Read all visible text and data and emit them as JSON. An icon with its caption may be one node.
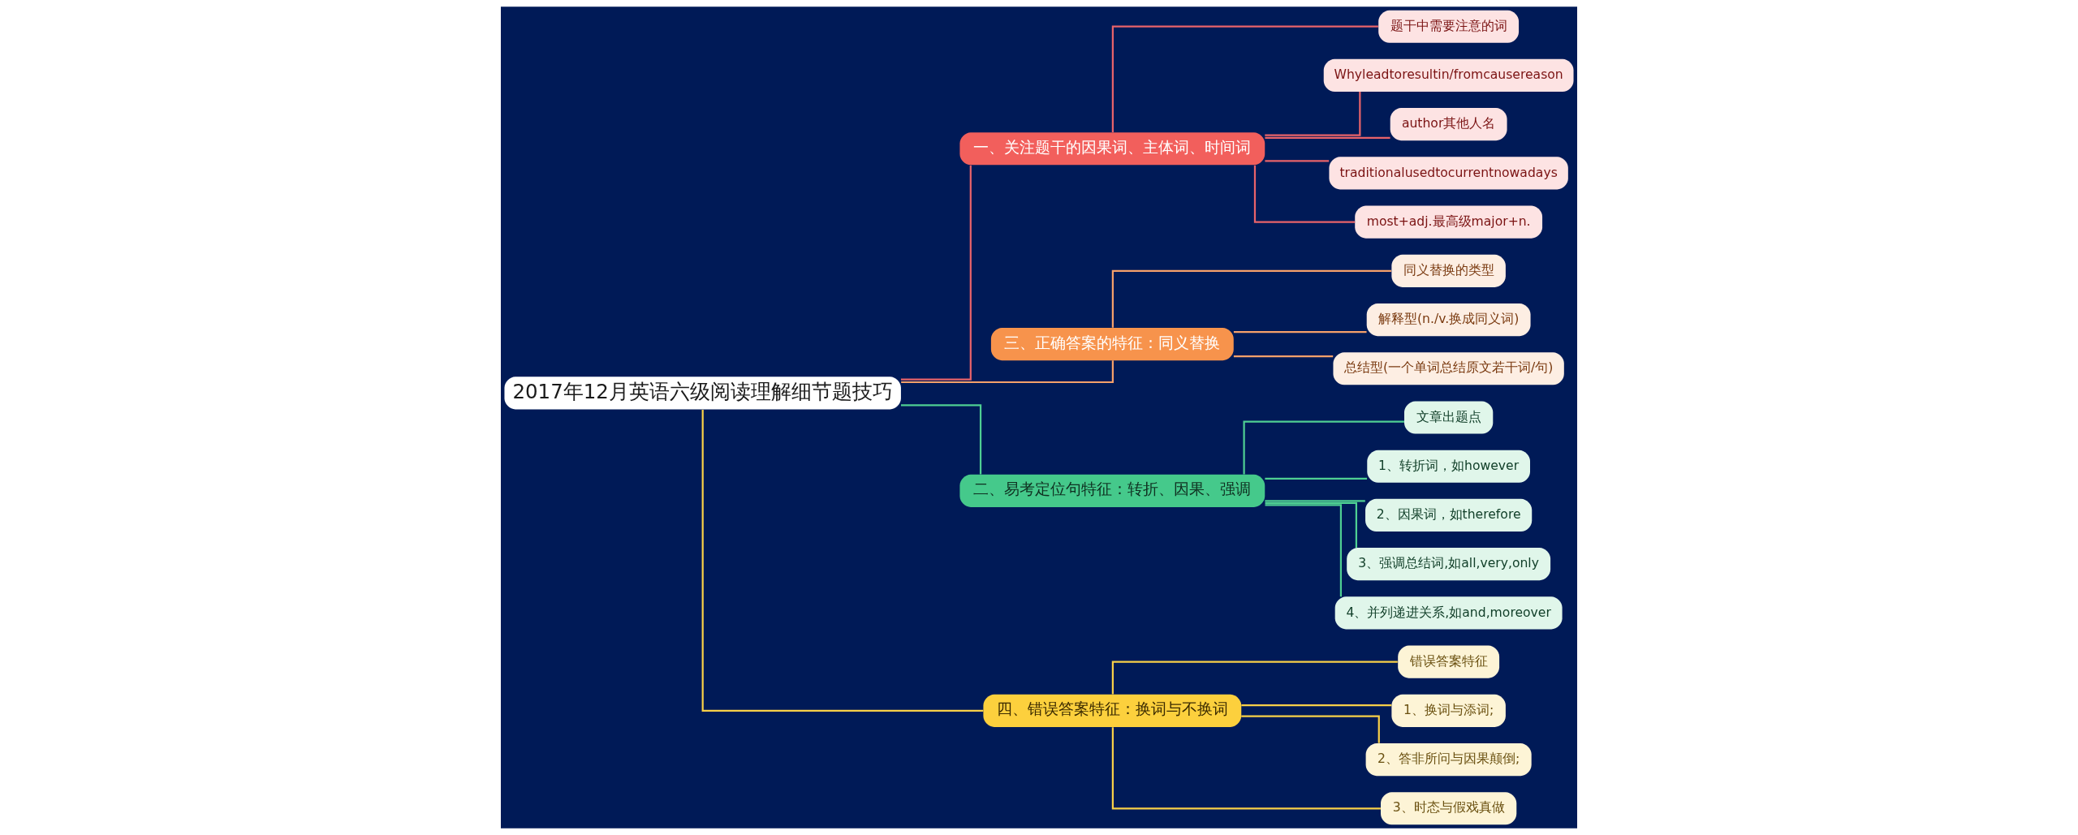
{
  "diagram": {
    "nodes": [
      {
        "text": [
          "2017年12月英语六级阅读理解细节题技巧"
        ]
      },
      {
        "text": [
          "一、关注题干的因果词、主体词、时间词"
        ]
      },
      {
        "text": [
          "题干中需要注意的词"
        ]
      },
      {
        "text": [
          "Whyleadtoresultin/fromcausereason"
        ]
      },
      {
        "text": [
          "author其他人名"
        ]
      },
      {
        "text": [
          "traditionalusedtocurrentnowadays"
        ]
      },
      {
        "text": [
          "most+adj.最高级major+n."
        ]
      },
      {
        "text": [
          "三、正确答案的特征：同义替换"
        ]
      },
      {
        "text": [
          "同义替换的类型"
        ]
      },
      {
        "text": [
          "解释型(n./v.换成同义词)"
        ]
      },
      {
        "text": [
          "总结型(一个单词总结原文若干词/句)"
        ]
      },
      {
        "text": [
          "二、易考定位句特征：转折、因果、强调"
        ]
      },
      {
        "text": [
          "文章出题点"
        ]
      },
      {
        "text": [
          "1、转折词，如however"
        ]
      },
      {
        "text": [
          "2、因果词，如therefore"
        ]
      },
      {
        "text": [
          "3、强调总结词,如all,very,only"
        ]
      },
      {
        "text": [
          "4、并列递进关系,如and,moreover"
        ]
      },
      {
        "text": [
          "四、错误答案特征：换词与不换词"
        ]
      },
      {
        "text": [
          "错误答案特征"
        ]
      },
      {
        "text": [
          "1、换词与添词;"
        ]
      },
      {
        "text": [
          "2、答非所问与因果颠倒;"
        ]
      },
      {
        "text": [
          "3、时态与假戏真做"
        ]
      }
    ],
    "edges": [
      {
        "from": 0,
        "to": 1,
        "arrow": "none",
        "color": "#e8636a"
      },
      {
        "from": 1,
        "to": 2,
        "arrow": "none",
        "color": "#e8636a"
      },
      {
        "from": 1,
        "to": 3,
        "arrow": "none",
        "color": "#e8636a"
      },
      {
        "from": 1,
        "to": 4,
        "arrow": "none",
        "color": "#e8636a"
      },
      {
        "from": 1,
        "to": 5,
        "arrow": "none",
        "color": "#e8636a"
      },
      {
        "from": 1,
        "to": 6,
        "arrow": "none",
        "color": "#e8636a"
      },
      {
        "from": 0,
        "to": 7,
        "arrow": "none",
        "color": "#f5a06a"
      },
      {
        "from": 7,
        "to": 8,
        "arrow": "none",
        "color": "#f5a06a"
      },
      {
        "from": 7,
        "to": 9,
        "arrow": "none",
        "color": "#f5a06a"
      },
      {
        "from": 7,
        "to": 10,
        "arrow": "none",
        "color": "#f5a06a"
      },
      {
        "from": 0,
        "to": 11,
        "arrow": "none",
        "color": "#4fcf93"
      },
      {
        "from": 11,
        "to": 12,
        "arrow": "none",
        "color": "#4fcf93"
      },
      {
        "from": 11,
        "to": 13,
        "arrow": "none",
        "color": "#4fcf93"
      },
      {
        "from": 11,
        "to": 14,
        "arrow": "none",
        "color": "#4fcf93"
      },
      {
        "from": 11,
        "to": 15,
        "arrow": "none",
        "color": "#4fcf93"
      },
      {
        "from": 11,
        "to": 16,
        "arrow": "none",
        "color": "#4fcf93"
      },
      {
        "from": 0,
        "to": 17,
        "arrow": "none",
        "color": "#f8d048"
      },
      {
        "from": 17,
        "to": 18,
        "arrow": "none",
        "color": "#f8d048"
      },
      {
        "from": 17,
        "to": 19,
        "arrow": "none",
        "color": "#f8d048"
      },
      {
        "from": 17,
        "to": 20,
        "arrow": "none",
        "color": "#f8d048"
      },
      {
        "from": 17,
        "to": 21,
        "arrow": "none",
        "color": "#f8d048"
      }
    ]
  }
}
